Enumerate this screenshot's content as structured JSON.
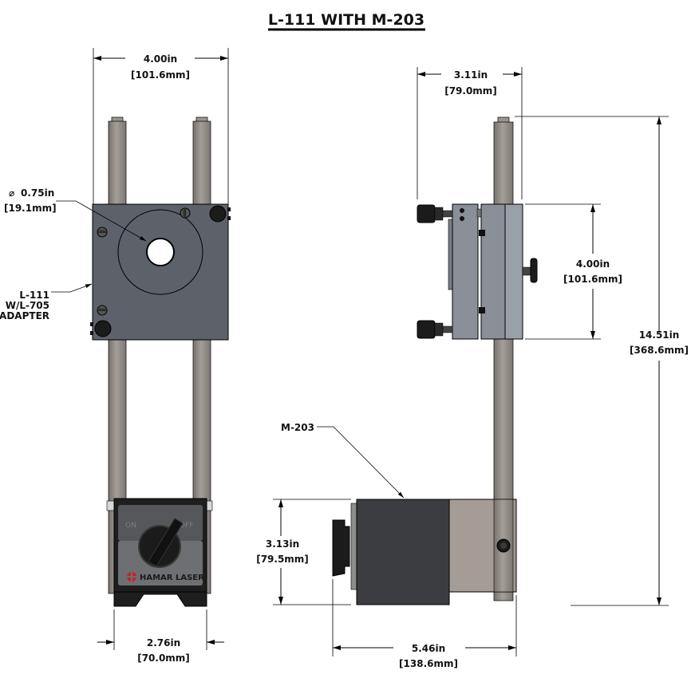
{
  "title": "L-111 WITH M-203",
  "colors": {
    "target_body": "#5d6169",
    "rod": "#8f8a85",
    "rod_cap": "#9a958f",
    "base_frame": "#1e1e1e",
    "base_face_top": "#55575a",
    "base_face_bottom": "#6d6f72",
    "side_plate": "#8a8f98",
    "side_plate_light": "#9aa0a8",
    "knob": "#1b1b1b",
    "m203_body": "#3c3d40",
    "m203_bracket": "#a59d95",
    "logo_red": "#c8202a"
  },
  "front_view": {
    "callouts": {
      "bore_diameter": {
        "symbol": "⌀",
        "inch": "0.75in",
        "mm": "[19.1mm]"
      },
      "target_label": [
        "L-111",
        "W/L-705",
        "ADAPTER"
      ]
    },
    "dimensions": {
      "top_width": {
        "inch": "4.00in",
        "mm": "[101.6mm]"
      },
      "base_width": {
        "inch": "2.76in",
        "mm": "[70.0mm]"
      }
    },
    "base": {
      "switch_on": "ON",
      "switch_off": "OFF",
      "brand": "HAMAR LASER"
    }
  },
  "side_view": {
    "callouts": {
      "m203_label": "M-203"
    },
    "dimensions": {
      "depth": {
        "inch": "3.11in",
        "mm": "[79.0mm]"
      },
      "target_height": {
        "inch": "4.00in",
        "mm": "[101.6mm]"
      },
      "overall_height": {
        "inch": "14.51in",
        "mm": "[368.6mm]"
      },
      "base_height": {
        "inch": "3.13in",
        "mm": "[79.5mm]"
      },
      "base_length": {
        "inch": "5.46in",
        "mm": "[138.6mm]"
      }
    }
  }
}
